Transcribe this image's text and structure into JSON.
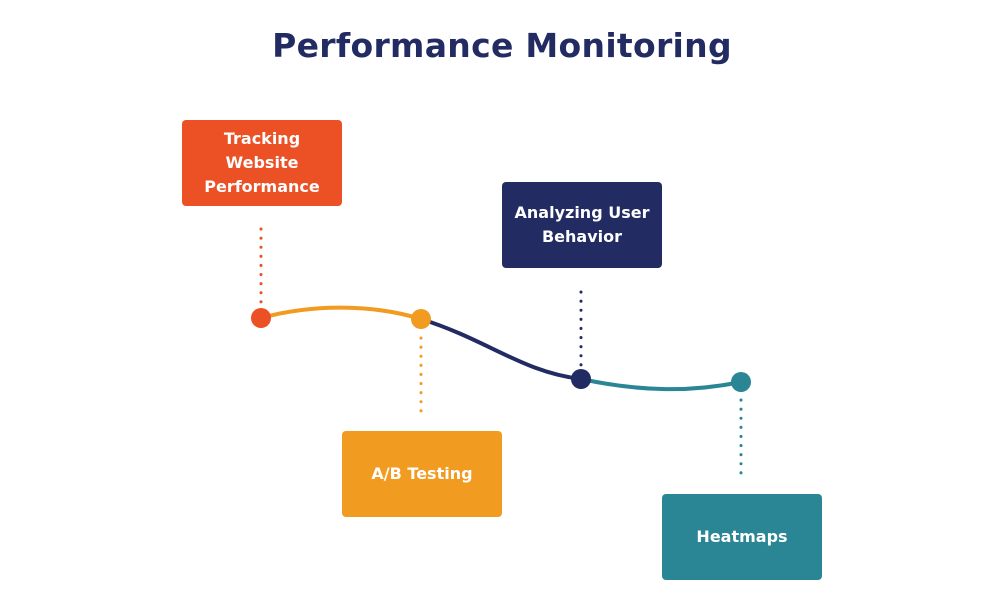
{
  "title": "Performance Monitoring",
  "colors": {
    "title": "#232b63",
    "tracking": "#ec5025",
    "ab_testing": "#f29b21",
    "analyzing": "#232b63",
    "heatmaps": "#2a8595"
  },
  "steps": [
    {
      "label": "Tracking Website Performance",
      "color": "#ec5025"
    },
    {
      "label": "A/B Testing",
      "color": "#f29b21"
    },
    {
      "label": "Analyzing User Behavior",
      "color": "#232b63"
    },
    {
      "label": "Heatmaps",
      "color": "#2a8595"
    }
  ]
}
